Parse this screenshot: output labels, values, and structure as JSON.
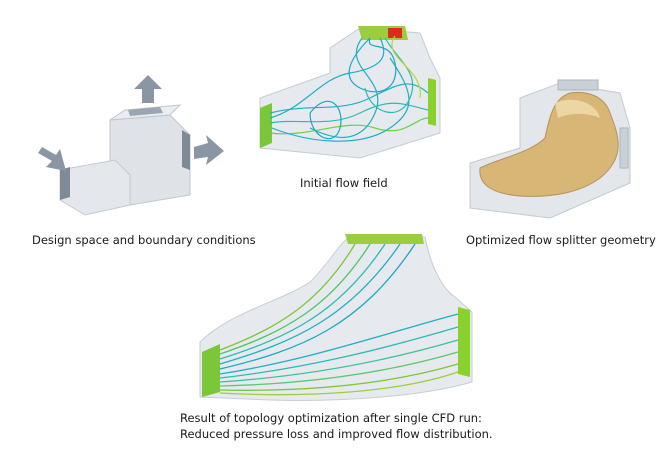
{
  "figure": {
    "panels": [
      {
        "id": "design-space",
        "caption": "Design space and boundary conditions"
      },
      {
        "id": "initial-flow",
        "caption": "Initial flow field"
      },
      {
        "id": "optimized-geometry",
        "caption": "Optimized flow splitter geometry"
      },
      {
        "id": "result",
        "caption_lines": [
          "Result of topology optimization after single CFD run:",
          "Reduced pressure loss and improved flow distribution."
        ]
      }
    ],
    "colors": {
      "box_face": "#dde1e6",
      "box_edge": "#b8c0c9",
      "arrow": "#8a96a3",
      "flow_cyan": "#1fb0c0",
      "flow_green": "#8bd12e",
      "flow_hot": "#e0281c",
      "solid_tan": "#d8b676"
    }
  }
}
